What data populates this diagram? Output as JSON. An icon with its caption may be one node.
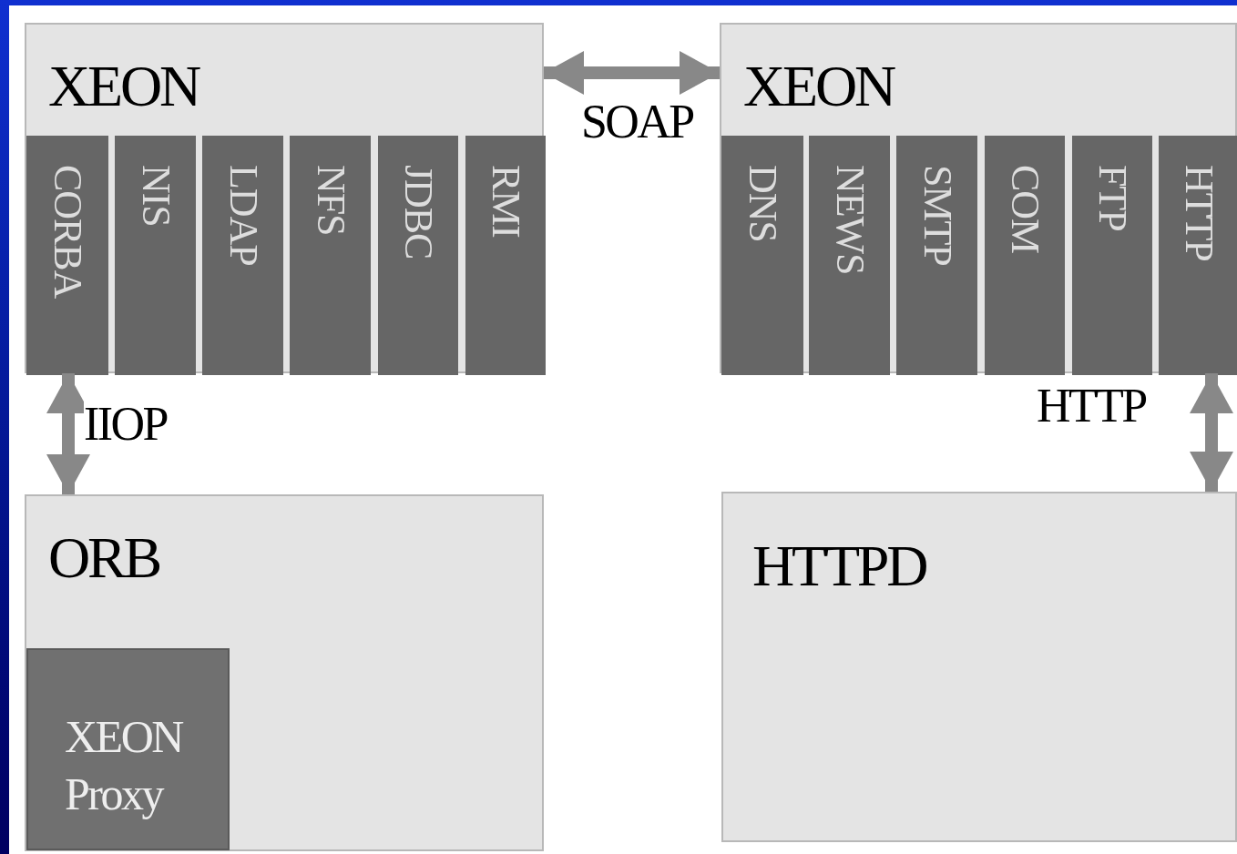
{
  "diagram": {
    "nodes": [
      {
        "text": [
          "XEON"
        ]
      },
      {
        "text": [
          "CORBA"
        ],
        "in": 0
      },
      {
        "text": [
          "NIS"
        ],
        "in": 0
      },
      {
        "text": [
          "LDAP"
        ],
        "in": 0
      },
      {
        "text": [
          "NFS"
        ],
        "in": 0
      },
      {
        "text": [
          "JDBC"
        ],
        "in": 0
      },
      {
        "text": [
          "RMI"
        ],
        "in": 0
      },
      {
        "text": [
          "XEON"
        ]
      },
      {
        "text": [
          "DNS"
        ],
        "in": 7
      },
      {
        "text": [
          "NEWS"
        ],
        "in": 7
      },
      {
        "text": [
          "SMTP"
        ],
        "in": 7
      },
      {
        "text": [
          "COM"
        ],
        "in": 7
      },
      {
        "text": [
          "FTP"
        ],
        "in": 7
      },
      {
        "text": [
          "HTTP"
        ],
        "in": 7
      },
      {
        "text": [
          "ORB"
        ]
      },
      {
        "text": [
          "XEON Proxy"
        ],
        "in": 14
      },
      {
        "text": [
          "HTTPD"
        ]
      }
    ],
    "edges": [
      {
        "from": 0,
        "to": 7,
        "arrow": "both",
        "label": "SOAP"
      },
      {
        "from": 1,
        "to": 14,
        "arrow": "both",
        "label": "IIOP"
      },
      {
        "from": 13,
        "to": 16,
        "arrow": "both",
        "label": "HTTP"
      }
    ]
  }
}
